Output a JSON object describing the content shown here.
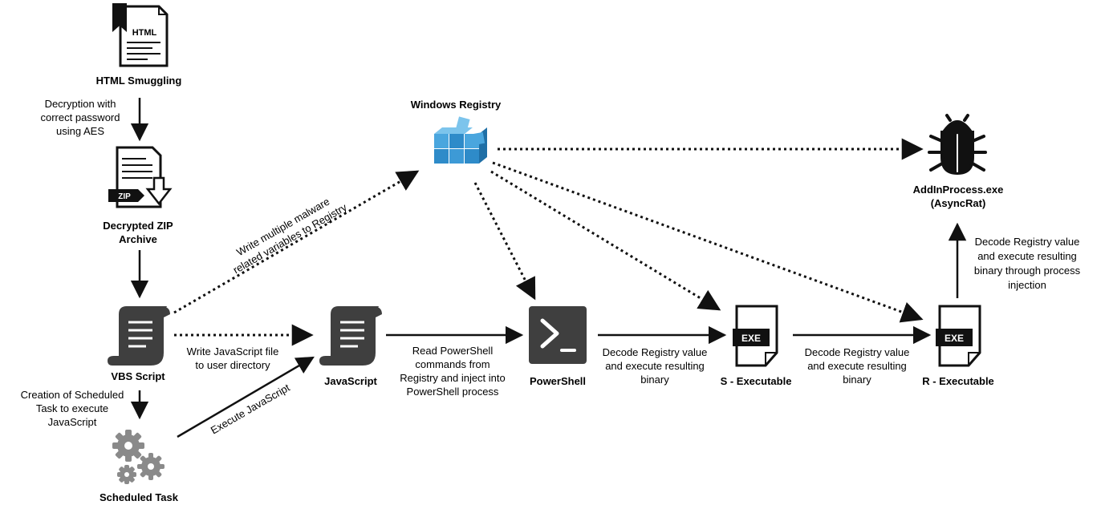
{
  "nodes": {
    "html_smuggling": "HTML Smuggling",
    "html_icon_text": "HTML",
    "decrypted_zip": [
      "Decrypted ZIP",
      "Archive"
    ],
    "zip_icon_text": "ZIP",
    "vbs_script": "VBS Script",
    "scheduled_task": "Scheduled Task",
    "windows_registry": "Windows Registry",
    "javascript": "JavaScript",
    "powershell": "PowerShell",
    "s_executable": "S - Executable",
    "r_executable": "R - Executable",
    "exe_icon_text": "EXE",
    "addinprocess": [
      "AddInProcess.exe",
      "(AsyncRat)"
    ]
  },
  "edges": {
    "decryption": [
      "Decryption with",
      "correct password",
      "using AES"
    ],
    "write_registry": [
      "Write multiple malware",
      "related variables to Registry"
    ],
    "write_js": [
      "Write JavaScript file",
      "to user directory"
    ],
    "creation_task": [
      "Creation of Scheduled",
      "Task to execute",
      "JavaScript"
    ],
    "execute_js": "Execute JavaScript",
    "read_ps": [
      "Read PowerShell",
      "commands from",
      "Registry and inject into",
      "PowerShell process"
    ],
    "decode_s": [
      "Decode Registry value",
      "and execute resulting",
      "binary"
    ],
    "decode_r": [
      "Decode Registry value",
      "and execute resulting",
      "binary"
    ],
    "decode_inject": [
      "Decode Registry value",
      "and execute resulting",
      "binary through process",
      "injection"
    ]
  },
  "colors": {
    "icon_dark": "#3f3f3f",
    "icon_gray": "#8a8a8a",
    "registry_blue": "#2e8bc9",
    "registry_light": "#7cc4ec",
    "text": "#111111"
  }
}
